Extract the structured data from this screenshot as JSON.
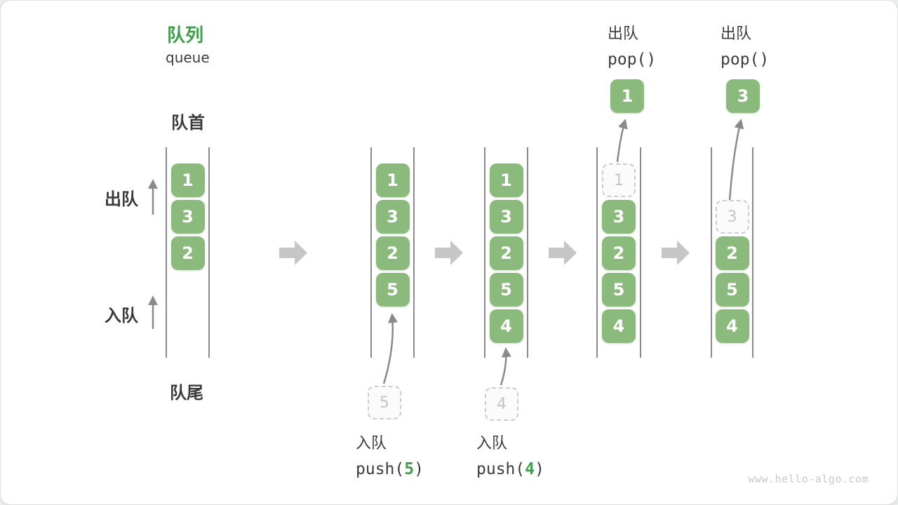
{
  "title": {
    "zh": "队列",
    "en": "queue"
  },
  "labels": {
    "front": "队首",
    "rear": "队尾",
    "dequeue_rail": "出队",
    "enqueue_rail": "入队"
  },
  "operations": {
    "push": [
      {
        "label": "入队",
        "fn": "push(",
        "arg": "5",
        "close": ")"
      },
      {
        "label": "入队",
        "fn": "push(",
        "arg": "4",
        "close": ")"
      }
    ],
    "pop": [
      {
        "label": "出队",
        "code": "pop()"
      },
      {
        "label": "出队",
        "code": "pop()"
      }
    ]
  },
  "states": [
    {
      "cells": [
        {
          "slot": 0,
          "value": "1",
          "style": "solid"
        },
        {
          "slot": 1,
          "value": "3",
          "style": "solid"
        },
        {
          "slot": 2,
          "value": "2",
          "style": "solid"
        }
      ]
    },
    {
      "cells": [
        {
          "slot": 0,
          "value": "1",
          "style": "solid"
        },
        {
          "slot": 1,
          "value": "3",
          "style": "solid"
        },
        {
          "slot": 2,
          "value": "2",
          "style": "solid"
        },
        {
          "slot": 3,
          "value": "5",
          "style": "solid"
        }
      ],
      "incoming": {
        "value": "5"
      }
    },
    {
      "cells": [
        {
          "slot": 0,
          "value": "1",
          "style": "solid"
        },
        {
          "slot": 1,
          "value": "3",
          "style": "solid"
        },
        {
          "slot": 2,
          "value": "2",
          "style": "solid"
        },
        {
          "slot": 3,
          "value": "5",
          "style": "solid"
        },
        {
          "slot": 4,
          "value": "4",
          "style": "solid"
        }
      ],
      "incoming": {
        "value": "4"
      }
    },
    {
      "cells": [
        {
          "slot": 0,
          "value": "1",
          "style": "dashed"
        },
        {
          "slot": 1,
          "value": "3",
          "style": "solid"
        },
        {
          "slot": 2,
          "value": "2",
          "style": "solid"
        },
        {
          "slot": 3,
          "value": "5",
          "style": "solid"
        },
        {
          "slot": 4,
          "value": "4",
          "style": "solid"
        }
      ],
      "outgoing": {
        "value": "1"
      }
    },
    {
      "cells": [
        {
          "slot": 1,
          "value": "3",
          "style": "dashed"
        },
        {
          "slot": 2,
          "value": "2",
          "style": "solid"
        },
        {
          "slot": 3,
          "value": "5",
          "style": "solid"
        },
        {
          "slot": 4,
          "value": "4",
          "style": "solid"
        }
      ],
      "outgoing": {
        "value": "3"
      }
    }
  ],
  "watermark": "www.hello-algo.com",
  "colors": {
    "cell_green": "#8BBA7D",
    "accent_green": "#3F9E4C",
    "text_dark": "#3C3C3C",
    "ghost_gray": "#C4C4C4",
    "flow_arrow_gray": "#C6C6C6",
    "thin_arrow_gray": "#8A8A8A",
    "column_line": "#4C4C4C",
    "watermark_gray": "#C9C9C9"
  }
}
